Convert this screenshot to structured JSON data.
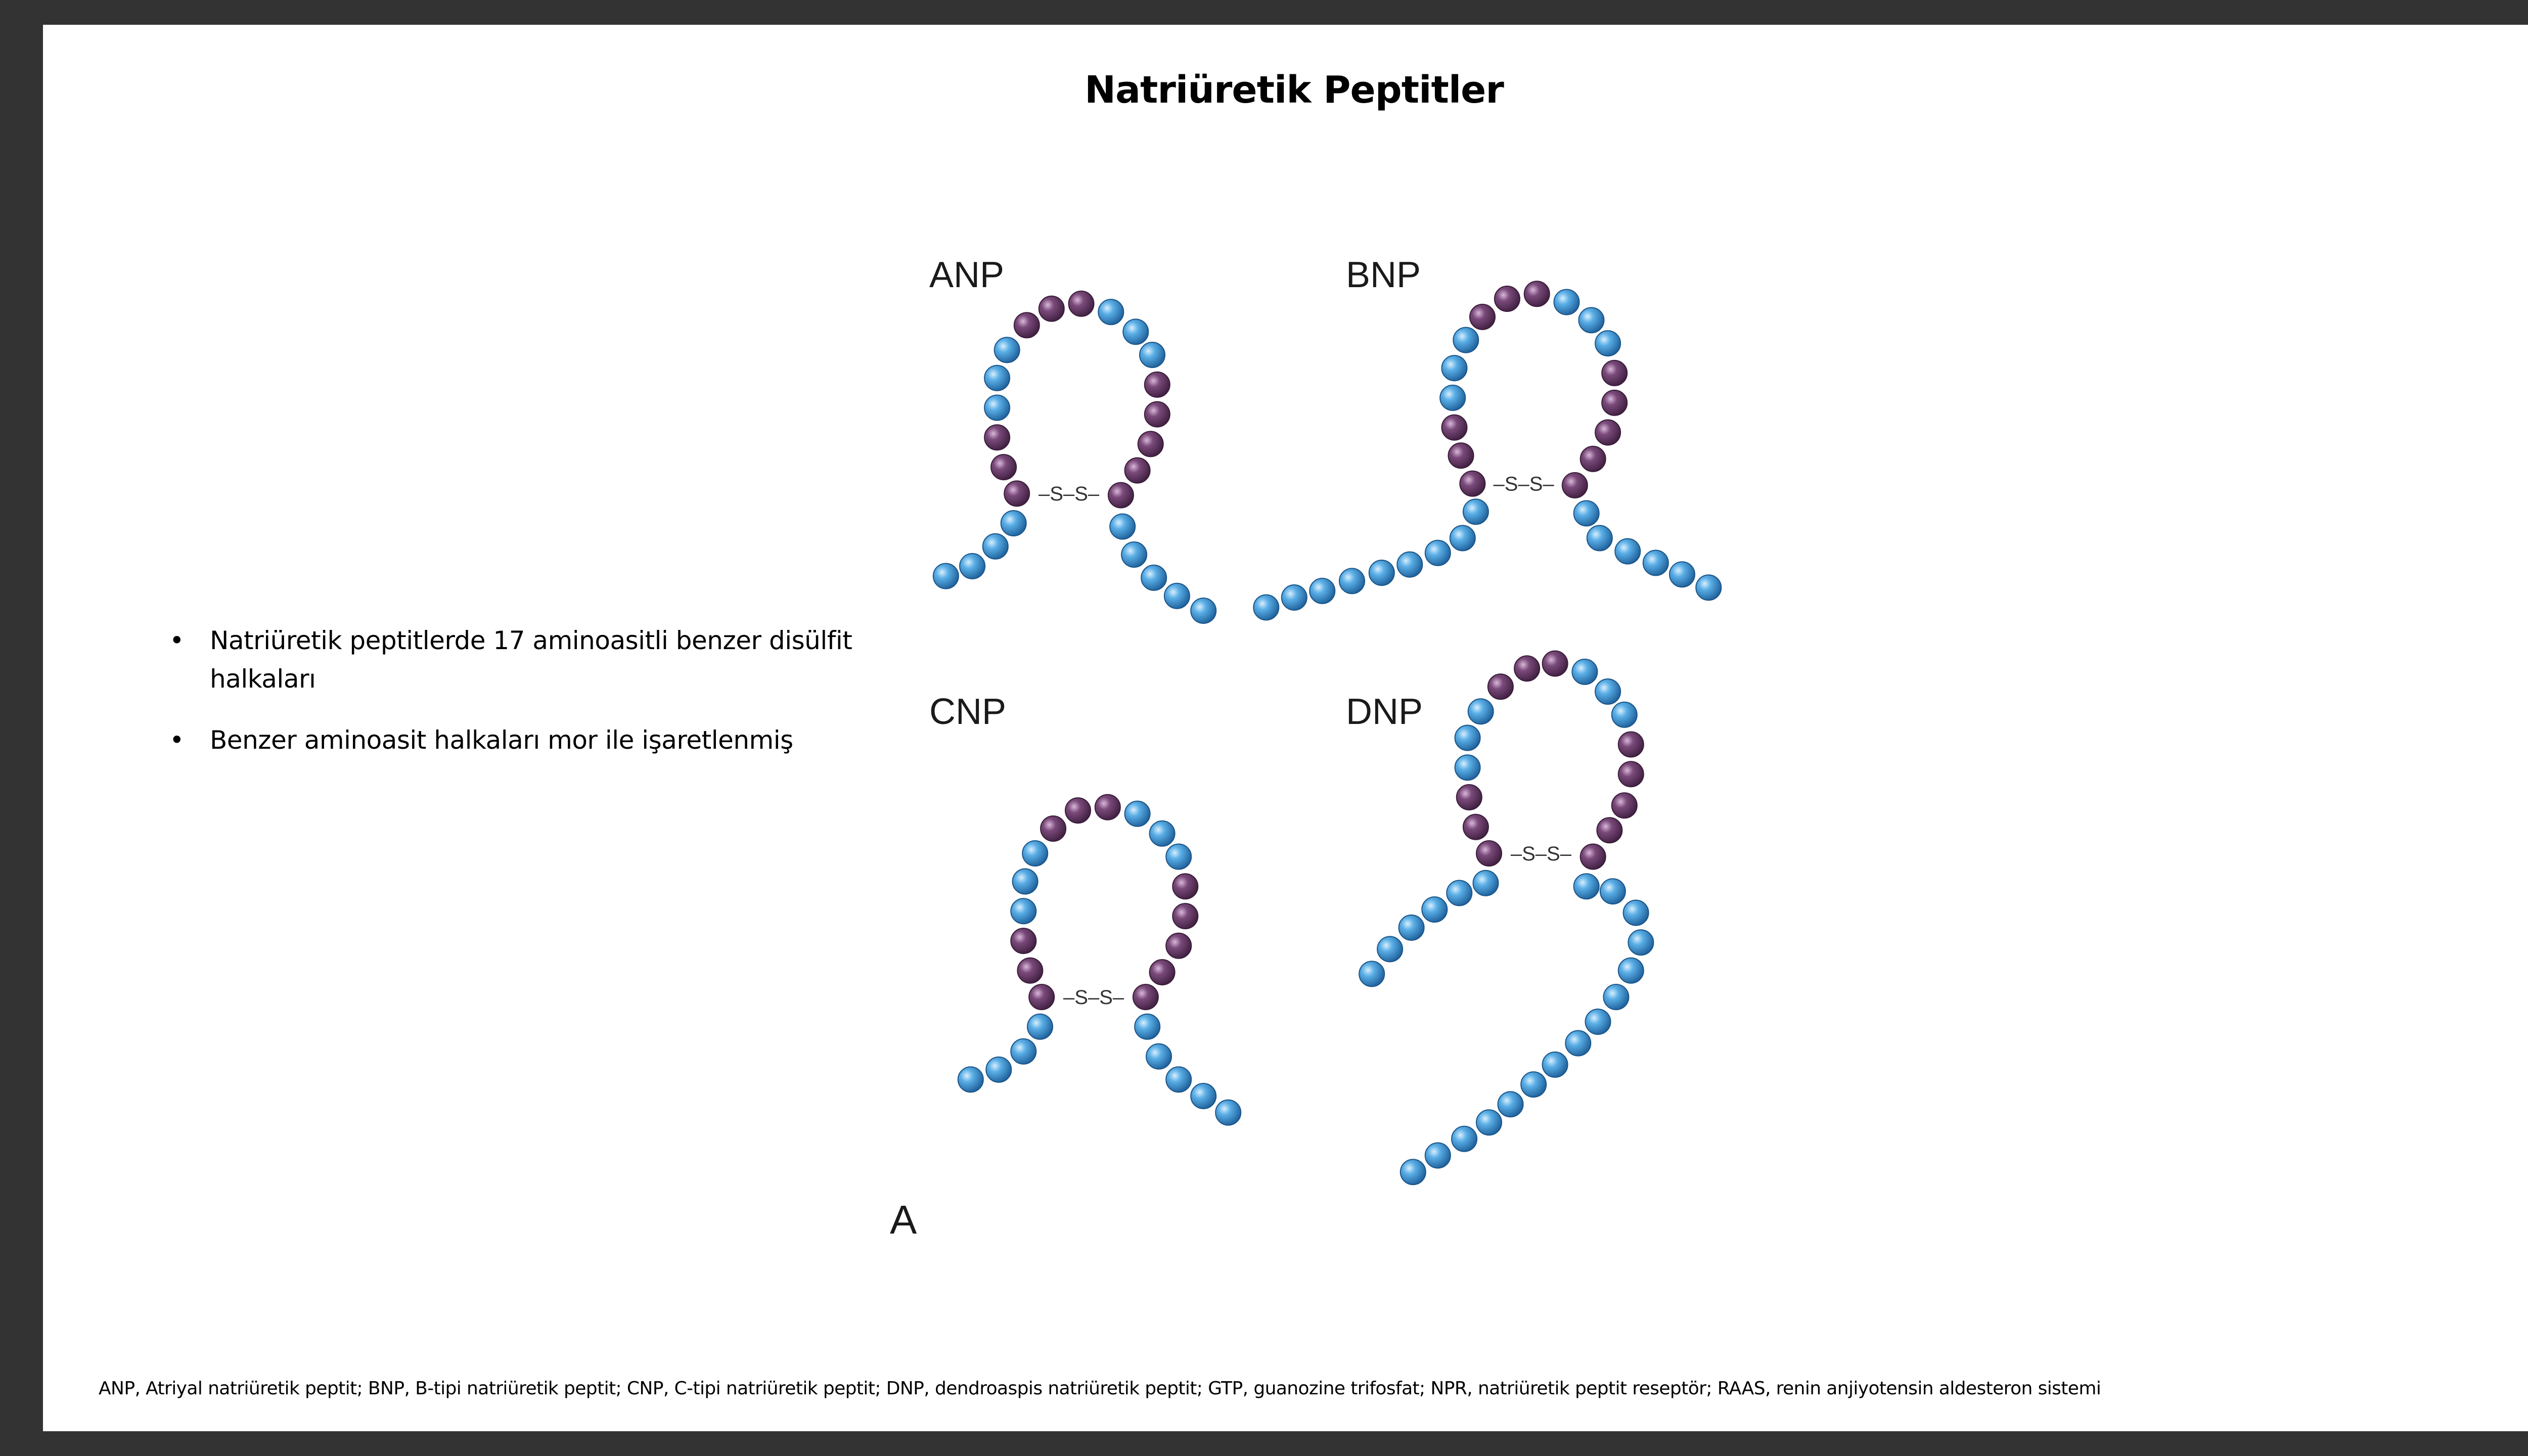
{
  "slide": {
    "title": "Natriüretik Peptitler",
    "bullets": [
      "Natriüretik peptitlerde 17 aminoasitli  benzer disülfit halkaları",
      "Benzer aminoasit halkaları mor ile işaretlenmiş"
    ],
    "bullet_marker": "•",
    "footnote": "ANP, Atriyal natriüretik peptit; BNP, B-tipi natriüretik peptit; CNP, C-tipi natriüretik peptit; DNP, dendroaspis natriüretik peptit; GTP, guanozine trifosfat; NPR, natriüretik peptit reseptör; RAAS, renin anjiyotensin aldesteron sistemi"
  },
  "diagram": {
    "panel_label": "A",
    "bond_label": "S–S",
    "colors": {
      "conserved": "#6b3a6b",
      "variable": "#3a8fd0"
    },
    "peptides": [
      {
        "name": "ANP"
      },
      {
        "name": "BNP"
      },
      {
        "name": "CNP"
      },
      {
        "name": "DNP"
      }
    ]
  }
}
